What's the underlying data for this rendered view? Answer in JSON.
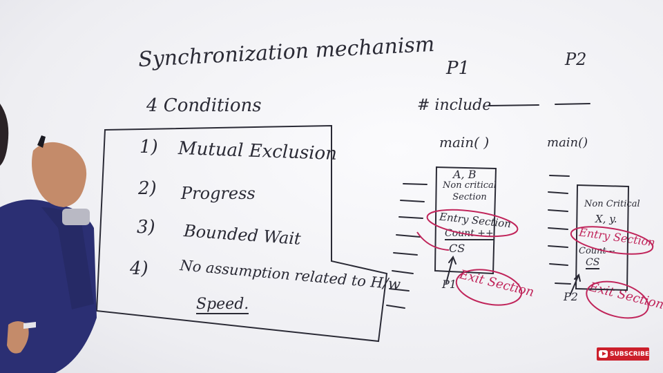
{
  "board": {
    "title": "Synchronization mechanism",
    "subtitle": "4 Conditions",
    "conditions": [
      {
        "num": "1)",
        "text": "Mutual Exclusion"
      },
      {
        "num": "2)",
        "text": "Progress"
      },
      {
        "num": "3)",
        "text": "Bounded Wait"
      },
      {
        "num": "4)",
        "text": "No assumption related to H/w"
      },
      {
        "num": "",
        "text": "Speed."
      }
    ],
    "p1": {
      "label": "P1",
      "include": "# include",
      "main": "main( )",
      "vars": "A, B",
      "noncritical": "Non critical Section",
      "entry": "Entry Section",
      "count": "Count ++",
      "cs": "CS",
      "exit": "Exit Section",
      "arrow_label": "P1"
    },
    "p2": {
      "label": "P2",
      "main": "main()",
      "noncritical": "Non Critical",
      "vars": "X, y.",
      "entry": "Entry Section",
      "count": "Count --",
      "cs": "CS",
      "exit": "Exit Section",
      "arrow_label": "P2"
    }
  },
  "overlay": {
    "subscribe_label": "SUBSCRIBE"
  },
  "colors": {
    "marker_dark": "#2a2a35",
    "marker_red": "#c0245a",
    "shirt": "#2b2f73",
    "subscribe_bg": "#cc1f2b"
  }
}
